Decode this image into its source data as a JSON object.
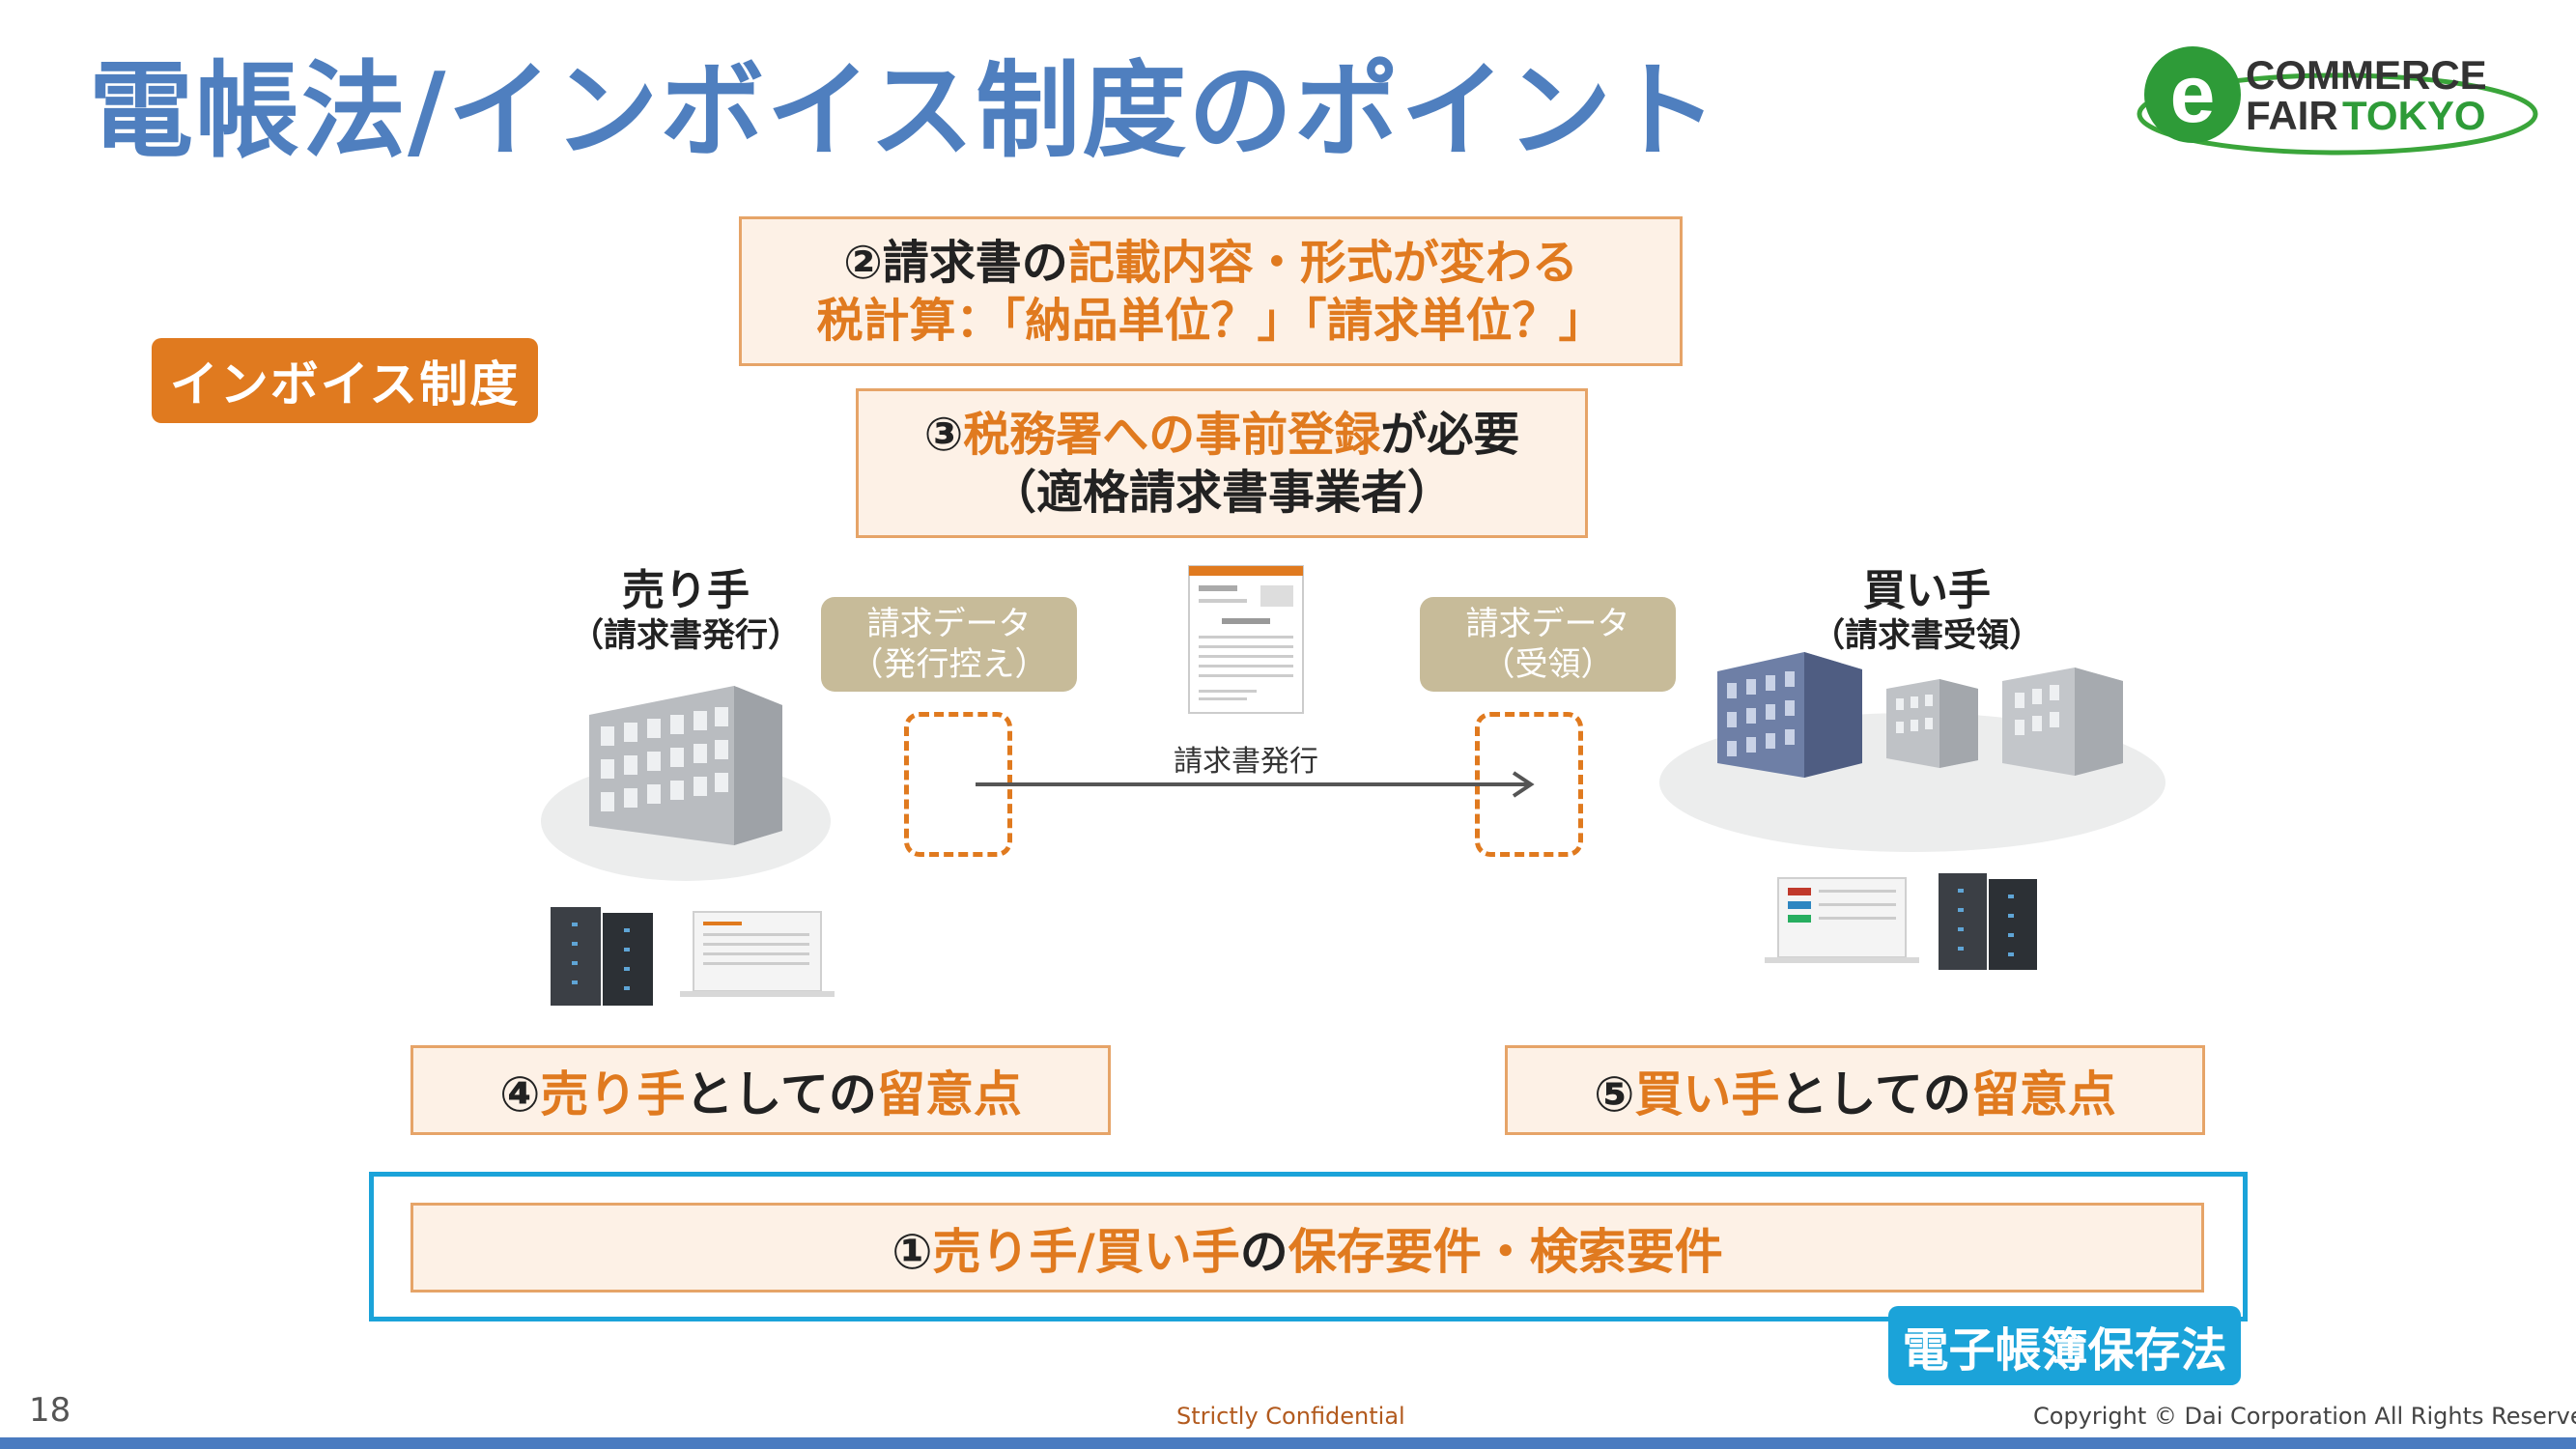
{
  "title": "電帳法/インボイス制度のポイント",
  "logo": {
    "top": "COMMERCE",
    "bottom_left": "FAIR",
    "bottom_right": "TOKYO"
  },
  "invoice_tag": "インボイス制度",
  "box2": {
    "line1_a": "②請求書の",
    "line1_b": "記載内容・形式が変わる",
    "line2": "税計算：「納品単位？」「請求単位？」"
  },
  "box3": {
    "line1_a": "③",
    "line1_b": "税務署への事前登録",
    "line1_c": "が必要",
    "line2": "（適格請求書事業者）"
  },
  "seller": {
    "title": "売り手",
    "subtitle": "（請求書発行）"
  },
  "buyer": {
    "title": "買い手",
    "subtitle": "（請求書受領）"
  },
  "seller_data_tag": {
    "line1": "請求データ",
    "line2": "（発行控え）"
  },
  "buyer_data_tag": {
    "line1": "請求データ",
    "line2": "（受領）"
  },
  "arrow_label": "請求書発行",
  "box4": {
    "a": "④",
    "b": "売り手",
    "c": "としての",
    "d": "留意点"
  },
  "box5": {
    "a": "⑤",
    "b": "買い手",
    "c": "としての",
    "d": "留意点"
  },
  "box1": {
    "a": "①",
    "b": "売り手/買い手",
    "c": "の",
    "d": "保存要件・検索要件"
  },
  "law_tag": "電子帳簿保存法",
  "footer": {
    "page": "18",
    "confidential": "Strictly Confidential",
    "copyright": "Copyright © Dai Corporation All Rights Reserved."
  },
  "colors": {
    "accent_orange": "#e07a1f",
    "accent_blue": "#1ba3d9",
    "title_blue": "#4f7fbf",
    "tag_beige": "#c7bb99"
  }
}
